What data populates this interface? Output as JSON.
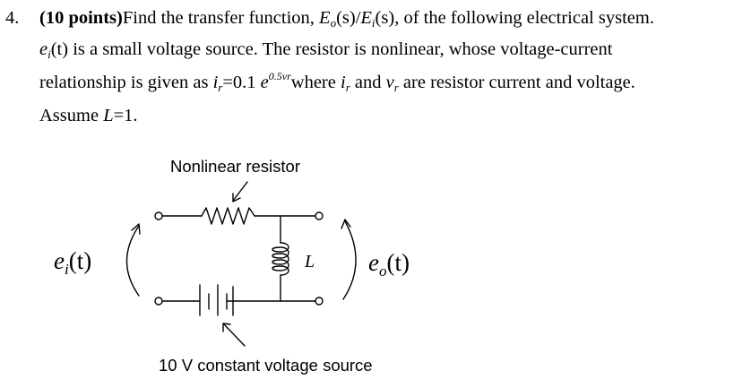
{
  "problem": {
    "number": "4.",
    "points": "(10 points)",
    "line1_text": "Find the transfer function, ",
    "tf_num_var": "E",
    "tf_num_sub": "o",
    "tf_num_arg": "(s)/",
    "tf_den_var": "E",
    "tf_den_sub": "i",
    "tf_den_arg": "(s)",
    "line1_end": ", of the following electrical system.",
    "line2_var": "e",
    "line2_sub": "i",
    "line2_arg": "(t)",
    "line2_rest": " is a small voltage source. The resistor is nonlinear, whose voltage-current",
    "line3_start": "relationship is given as ",
    "line3_ir": "i",
    "line3_ir_sub": "r",
    "line3_eq": "=0.1 ",
    "line3_e": "e",
    "line3_exp": "0.5vr",
    "line3_where": "where ",
    "line3_i2": "i",
    "line3_i2_sub": "r",
    "line3_and": " and ",
    "line3_v": "v",
    "line3_v_sub": "r",
    "line3_end": " are resistor current and voltage.",
    "line4_start": "Assume ",
    "line4_L": "L",
    "line4_end": "=1."
  },
  "figure": {
    "resistor_label": "Nonlinear resistor",
    "source_label": "10 V constant voltage source",
    "inductor_label": "L",
    "input_var": "e",
    "input_sub": "i",
    "input_arg": "(t)",
    "output_var": "e",
    "output_sub": "o",
    "output_arg": "(t)"
  }
}
